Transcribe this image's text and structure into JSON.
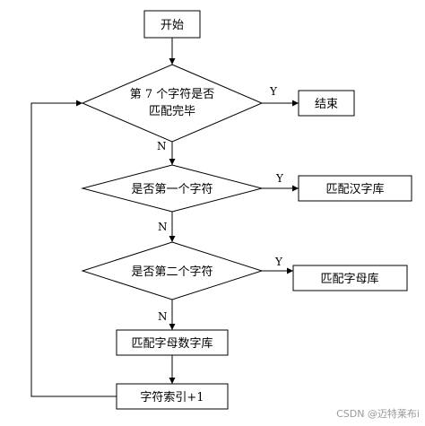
{
  "flowchart": {
    "start": "开始",
    "decision1": {
      "line1": "第 7 个字符是否",
      "line2": "匹配完毕"
    },
    "end": "结束",
    "decision2": "是否第一个字符",
    "match_chinese": "匹配汉字库",
    "decision3": "是否第二个字符",
    "match_letter": "匹配字母库",
    "match_alnum": "匹配字母数字库",
    "increment": "字符索引+1",
    "yes": "Y",
    "no": "N"
  },
  "watermark": "CSDN @迈特莱布i"
}
